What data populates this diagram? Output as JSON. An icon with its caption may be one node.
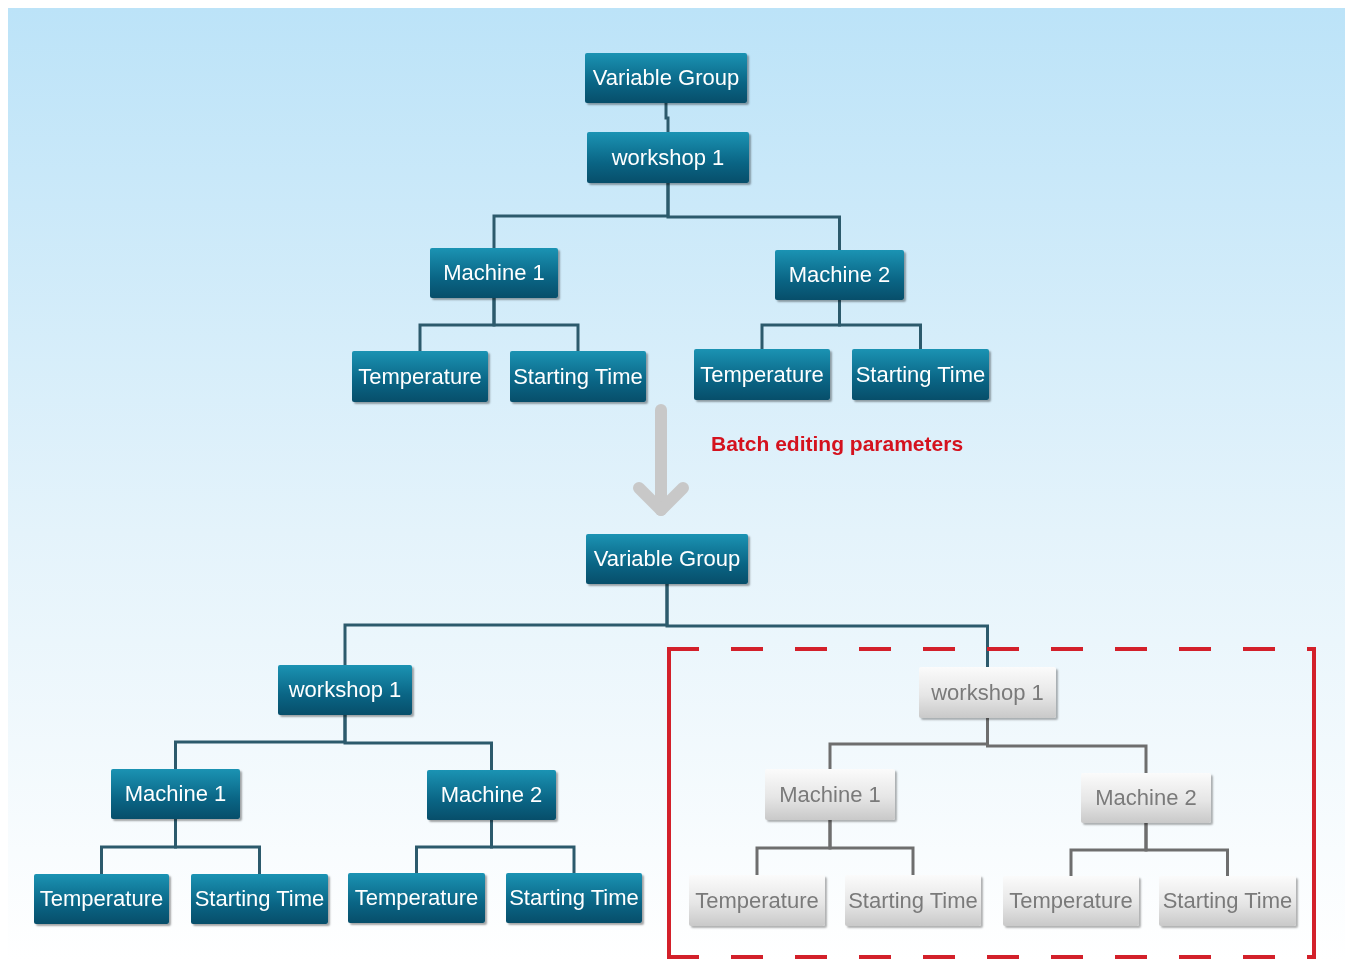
{
  "diagram": {
    "nodes": [
      {
        "text": [
          "Variable Group"
        ]
      },
      {
        "text": [
          "workshop 1"
        ]
      },
      {
        "text": [
          "Machine 1"
        ]
      },
      {
        "text": [
          "Machine 2"
        ]
      },
      {
        "text": [
          "Temperature"
        ]
      },
      {
        "text": [
          "Starting Time"
        ]
      },
      {
        "text": [
          "Temperature"
        ]
      },
      {
        "text": [
          "Starting Time"
        ]
      },
      {
        "text": [
          "Variable Group"
        ]
      },
      {
        "text": [
          "workshop 1"
        ]
      },
      {
        "text": [
          "Machine 1"
        ]
      },
      {
        "text": [
          "Machine 2"
        ]
      },
      {
        "text": [
          "Temperature"
        ]
      },
      {
        "text": [
          "Starting Time"
        ]
      },
      {
        "text": [
          "Temperature"
        ]
      },
      {
        "text": [
          "Starting Time"
        ]
      },
      {
        "text": [],
        "shape": "box"
      },
      {
        "text": [
          "workshop 1"
        ],
        "in": 16
      },
      {
        "text": [
          "Machine 1"
        ],
        "in": 16
      },
      {
        "text": [
          "Machine 2"
        ],
        "in": 16
      },
      {
        "text": [
          "Temperature"
        ],
        "in": 16
      },
      {
        "text": [
          "Starting Time"
        ],
        "in": 16
      },
      {
        "text": [
          "Temperature"
        ],
        "in": 16
      },
      {
        "text": [
          "Starting Time"
        ],
        "in": 16
      }
    ],
    "edges": [
      {
        "from": 0,
        "to": 1,
        "arrow": "none"
      },
      {
        "from": 1,
        "to": 2,
        "arrow": "none"
      },
      {
        "from": 1,
        "to": 3,
        "arrow": "none"
      },
      {
        "from": 2,
        "to": 4,
        "arrow": "none"
      },
      {
        "from": 2,
        "to": 5,
        "arrow": "none"
      },
      {
        "from": 3,
        "to": 6,
        "arrow": "none"
      },
      {
        "from": 3,
        "to": 7,
        "arrow": "none"
      },
      {
        "from": null,
        "to": 8,
        "arrow": "to",
        "label": "Batch editing parameters",
        "style": "thick",
        "color": "#c8c8c8"
      },
      {
        "from": 8,
        "to": 9,
        "arrow": "none"
      },
      {
        "from": 8,
        "to": 17,
        "arrow": "none"
      },
      {
        "from": 9,
        "to": 10,
        "arrow": "none"
      },
      {
        "from": 9,
        "to": 11,
        "arrow": "none"
      },
      {
        "from": 10,
        "to": 12,
        "arrow": "none"
      },
      {
        "from": 10,
        "to": 13,
        "arrow": "none"
      },
      {
        "from": 11,
        "to": 14,
        "arrow": "none"
      },
      {
        "from": 11,
        "to": 15,
        "arrow": "none"
      },
      {
        "from": 17,
        "to": 18,
        "arrow": "none",
        "color": "#6e6e6e"
      },
      {
        "from": 17,
        "to": 19,
        "arrow": "none",
        "color": "#6e6e6e"
      },
      {
        "from": 18,
        "to": 20,
        "arrow": "none",
        "color": "#6e6e6e"
      },
      {
        "from": 18,
        "to": 21,
        "arrow": "none",
        "color": "#6e6e6e"
      },
      {
        "from": 19,
        "to": 22,
        "arrow": "none",
        "color": "#6e6e6e"
      },
      {
        "from": 19,
        "to": 23,
        "arrow": "none",
        "color": "#6e6e6e"
      }
    ]
  }
}
